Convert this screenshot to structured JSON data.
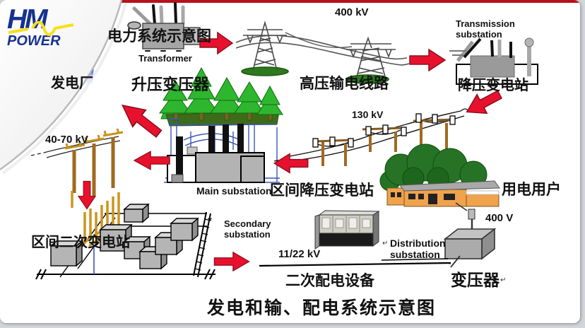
{
  "slide": {
    "title_bottom": "发电和输、配电系统示意图",
    "overlay_title": "电力系统示意图"
  },
  "logo": {
    "line1": "HM",
    "line2": "POWER"
  },
  "labels": {
    "power_plant": "发电厂",
    "transformer_en": "Transformer",
    "step_up_transformer": "升压变压器",
    "kv400": "400 kV",
    "hv_transmission_lines": "高压输电线路",
    "transmission_substation_en": "Transmission substation",
    "step_down_substation": "降压变电站",
    "kv130": "130 kV",
    "kv40_70": "40-70 kV",
    "main_substation_en": "Main substation",
    "district_step_down_substation": "区间降压变电站",
    "district_secondary_substation": "区间二次变电站",
    "secondary_substation_en": "Secondary substation",
    "kv11_22": "11/22 kV",
    "secondary_distribution_equipment": "二次配电设备",
    "distribution_substation_en": "Distribution substation",
    "v400": "400 V",
    "transformer_cn": "变压器",
    "power_consumers": "用电用户",
    "footnote_mark": "*",
    "return_mark": "↵"
  },
  "colors": {
    "arrow_red": "#e8112d",
    "arrow_red_dark": "#8f0f1f",
    "logo_blue": "#16318f",
    "logo_wave_yellow": "#f7e017",
    "top_strip_red": "#b5121b",
    "pine_green": "#2fb62f",
    "ground_green": "#3e6b1a",
    "round_tree_green": "#267326",
    "house_orange": "#f0a24c",
    "pole_brown": "#a06a1e",
    "busbar_gold": "#cc951f",
    "scaffold_blue": "#3a57b5",
    "equipment_gray": "#b3b3b3"
  },
  "icons": [
    "page-curl-icon",
    "dam-image-sliver",
    "transformer-graphic",
    "right-arrow-icon",
    "transmission-tower-icon",
    "transmission-substation-graphic",
    "pine-trees-icon",
    "main-substation-graphic",
    "wood-poles-graphic",
    "secondary-substation-yard-graphic",
    "switchgear-cabinet-graphic",
    "round-trees-icon",
    "house-icon",
    "distribution-transformer-graphic",
    "bus-line-graphic"
  ]
}
